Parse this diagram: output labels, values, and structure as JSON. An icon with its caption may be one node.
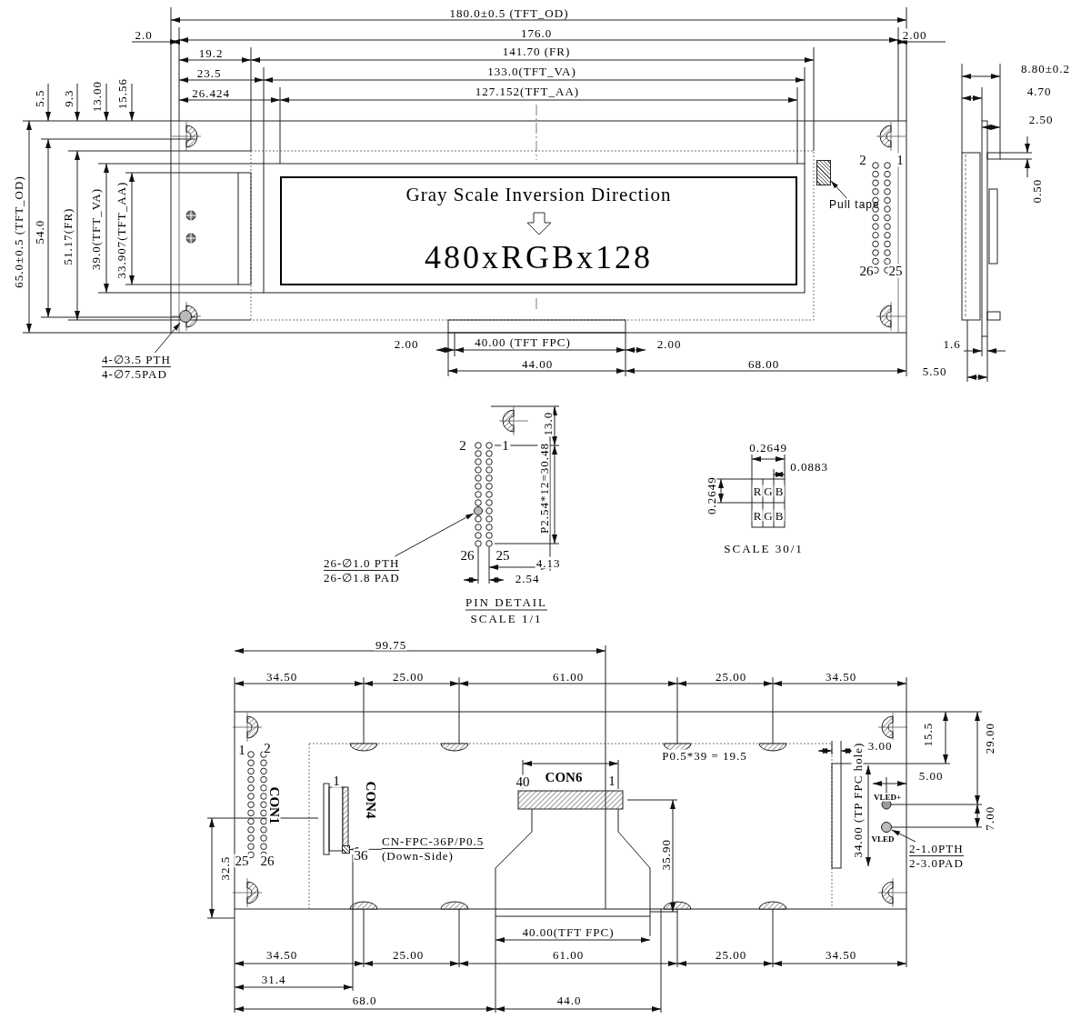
{
  "diagram": {
    "nodes": [
      {
        "text": [
          "Gray Scale Inversion Direction",
          "480xRGBx128"
        ]
      },
      {
        "text": [
          "4-∅3.5 PTH",
          "4-∅7.5PAD"
        ]
      },
      {
        "text": [],
        "shape": "circle"
      },
      {
        "text": [
          "Pull tape"
        ]
      },
      {
        "text": [],
        "shape": "box"
      },
      {
        "text": [
          "26-∅1.0 PTH",
          "26-∅1.8 PAD"
        ]
      },
      {
        "text": [],
        "shape": "circle"
      },
      {
        "text": [
          "CN-FPC-36P/P0.5",
          "(Down-Side)"
        ]
      },
      {
        "text": [],
        "shape": "box"
      },
      {
        "text": [
          "2-1.0PTH",
          "2-3.0PAD"
        ]
      },
      {
        "text": [],
        "shape": "circle"
      }
    ],
    "edges": [
      {
        "from": 1,
        "to": 2,
        "arrow": "to"
      },
      {
        "from": 3,
        "to": 4,
        "arrow": "to"
      },
      {
        "from": 5,
        "to": 6,
        "arrow": "to"
      },
      {
        "from": 7,
        "to": 8,
        "arrow": "to"
      },
      {
        "from": 9,
        "to": 10,
        "arrow": "to"
      }
    ],
    "labels": [
      "180.0±0.5 (TFT_OD)",
      "2.0",
      "176.0",
      "2.00",
      "19.2",
      "141.70 (FR)",
      "23.5",
      "133.0(TFT_VA)",
      "26.424",
      "127.152(TFT_AA)",
      "8.80±0.2",
      "4.70",
      "2.50",
      "5.5",
      "9.3",
      "13.00",
      "15.56",
      "2",
      "1",
      "0.50",
      "65.0±0.5 (TFT_OD)",
      "54.0",
      "51.17(FR)",
      "39.0(TFT_VA)",
      "33.907(TFT_AA)",
      "26",
      "25",
      "2.00",
      "40.00 (TFT FPC)",
      "2.00",
      "1.6",
      "44.00",
      "68.00",
      "5.50",
      "13.0",
      "2",
      "1",
      "0.2649",
      "0.0883",
      "P2.54*12=30.48",
      "0.2649",
      "R",
      "G",
      "B",
      "R",
      "G",
      "B",
      "SCALE 30/1",
      "26",
      "25",
      "4.13",
      "2.54",
      "PIN DETAIL",
      "SCALE 1/1",
      "99.75",
      "34.50",
      "25.00",
      "61.00",
      "25.00",
      "34.50",
      "15.5",
      "29.00",
      "1",
      "2",
      "3.00",
      "P0.5*39 = 19.5",
      "1",
      "40",
      "CON6",
      "1",
      "5.00",
      "VLED+",
      "CON1",
      "CON4",
      "7.00",
      "34.00 (TP FPC hole)",
      "VLED",
      "35.90",
      "25",
      "26",
      "36",
      "32.5",
      "40.00(TFT FPC)",
      "34.50",
      "25.00",
      "61.00",
      "25.00",
      "34.50",
      "31.4",
      "68.0",
      "44.0"
    ]
  }
}
